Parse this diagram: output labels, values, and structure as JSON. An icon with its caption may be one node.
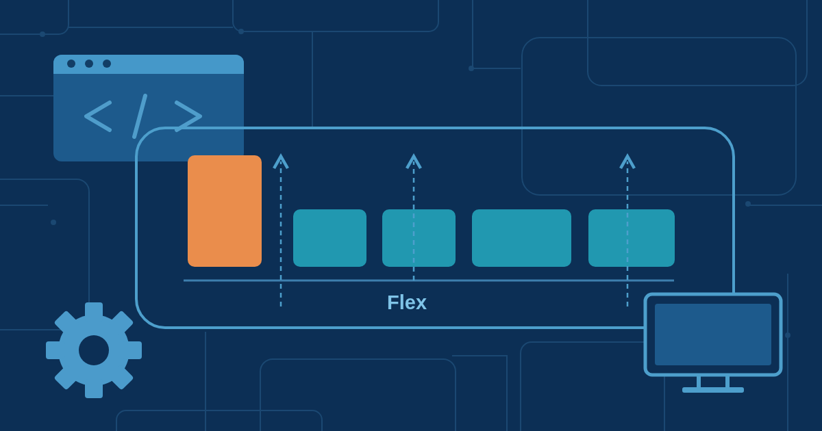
{
  "diagram": {
    "nodes": [
      {
        "text": [
          "Flex"
        ]
      },
      {
        "text": [],
        "shape": "box",
        "in": 0
      },
      {
        "text": [],
        "shape": "box",
        "in": 0
      },
      {
        "text": [],
        "shape": "box",
        "in": 0
      },
      {
        "text": [],
        "shape": "box",
        "in": 0
      },
      {
        "text": [],
        "shape": "box",
        "in": 0
      }
    ]
  }
}
